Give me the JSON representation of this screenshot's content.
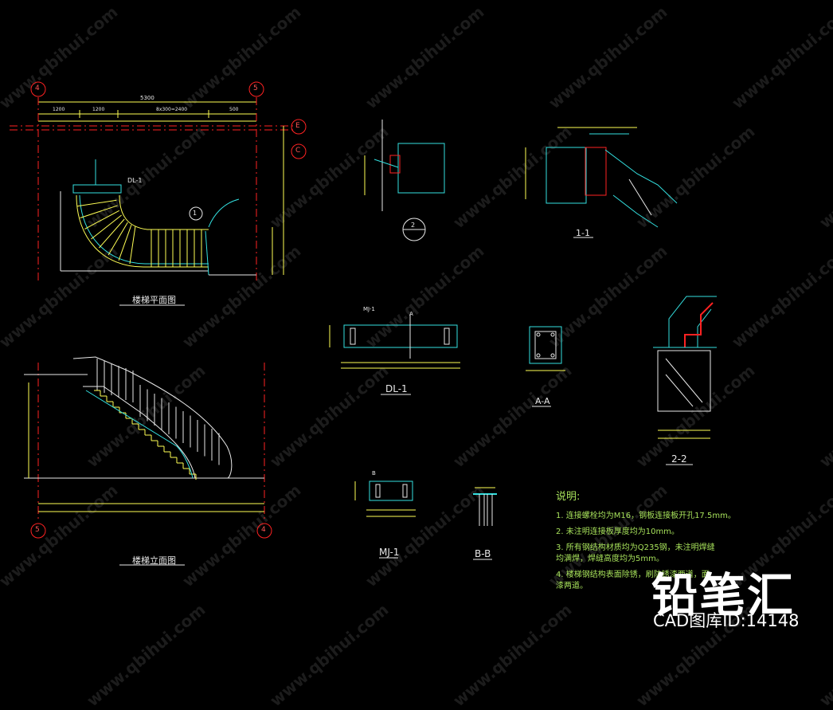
{
  "drawing": {
    "views": {
      "plan_title": "楼梯平面图",
      "elevation_title": "楼梯立面图",
      "section_1_1": "1-1",
      "section_2_2": "2-2",
      "section_a_a": "A-A",
      "section_b_b": "B-B",
      "dl1": "DL-1",
      "mj1": "MJ-1"
    },
    "plan_dims": {
      "overall": "5300",
      "seg1": "1200",
      "seg2": "1200",
      "seg3": "8x300=2400",
      "seg4": "500"
    },
    "grid_labels": [
      "4",
      "5",
      "E",
      "C",
      "5",
      "4"
    ],
    "small_tags": {
      "dl1_tag": "DL-1",
      "mj1_tag": "MJ-1",
      "detail_1": "1",
      "detail_2": "2",
      "a_mark": "A",
      "b_mark": "B"
    },
    "notes": {
      "title": "说明:",
      "items": [
        "1. 连接螺栓均为M16，钢板连接板开孔17.5mm。",
        "2. 未注明连接板厚度均为10mm。",
        "3. 所有钢结构材质均为Q235钢，未注明焊缝均满焊，焊缝高度均为5mm。",
        "4. 楼梯钢结构表面除锈，刷防锈漆两道，面漆两道。"
      ]
    }
  },
  "watermark": {
    "brand": "铅笔汇",
    "cad_id": "CAD图库ID:14148",
    "site": "www.qbihui.com"
  },
  "colors": {
    "background": "#000000",
    "cyan": "#33e0e0",
    "yellow": "#ffff55",
    "red": "#ff2222",
    "white": "#e8e8e8",
    "green": "#a6e05a"
  }
}
